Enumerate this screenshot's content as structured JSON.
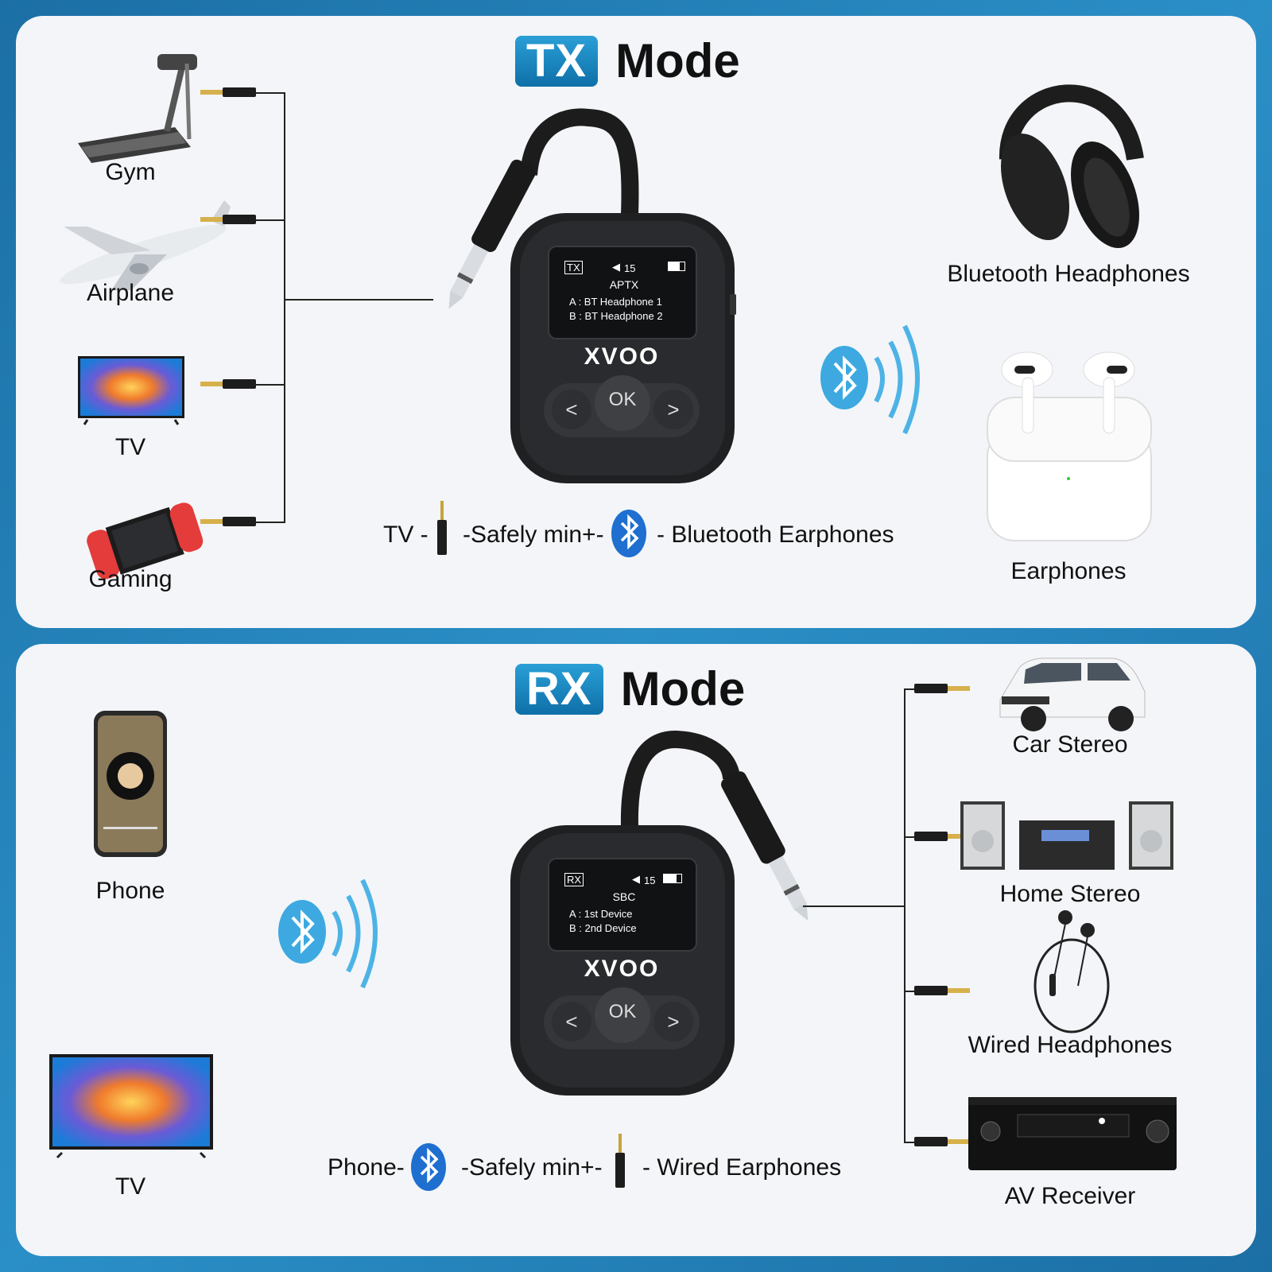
{
  "tx": {
    "badge": "TX",
    "mode": "Mode",
    "sources": [
      "Gym",
      "Airplane",
      "TV",
      "Gaming"
    ],
    "targets": [
      "Bluetooth Headphones",
      "Earphones"
    ],
    "screen": {
      "tag": "TX",
      "volume": "15",
      "codec": "APTX",
      "line_a": "A : BT Headphone 1",
      "line_b": "B : BT Headphone 2"
    },
    "brand": "XVOO",
    "ok": "OK",
    "left": "<",
    "right": ">",
    "flow": {
      "a": "TV -",
      "b": "-Safely min+-",
      "c": "- Bluetooth Earphones"
    }
  },
  "rx": {
    "badge": "RX",
    "mode": "Mode",
    "sources": [
      "Phone",
      "TV"
    ],
    "targets": [
      "Car Stereo",
      "Home Stereo",
      "Wired Headphones",
      "AV Receiver"
    ],
    "screen": {
      "tag": "RX",
      "volume": "15",
      "codec": "SBC",
      "line_a": "A : 1st Device",
      "line_b": "B : 2nd Device"
    },
    "brand": "XVOO",
    "ok": "OK",
    "left": "<",
    "right": ">",
    "flow": {
      "a": "Phone-",
      "b": "-Safely min+-",
      "c": "- Wired Earphones"
    }
  },
  "colors": {
    "accent": "#1f8ccb",
    "bluetooth": "#1f6fd0",
    "wave": "#4db3e6",
    "panel": "#f3f5f8"
  }
}
